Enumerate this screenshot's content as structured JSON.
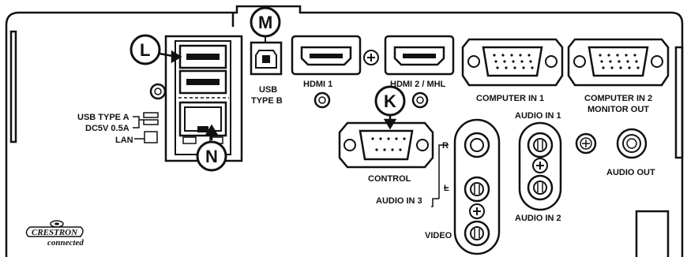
{
  "callouts": {
    "L": "L",
    "M": "M",
    "N": "N",
    "K": "K"
  },
  "labels": {
    "usb_type_a": "USB TYPE A",
    "dc5v": "DC5V 0.5A",
    "lan": "LAN",
    "usb": "USB",
    "type_b": "TYPE B",
    "hdmi1": "HDMI 1",
    "hdmi2": "HDMI 2 / MHL",
    "computer_in_1": "COMPUTER IN 1",
    "computer_in_2": "COMPUTER IN 2",
    "monitor_out": "MONITOR OUT",
    "control": "CONTROL",
    "audio_in_1": "AUDIO IN 1",
    "audio_in_2": "AUDIO IN 2",
    "audio_in_3": "AUDIO IN 3",
    "audio_out": "AUDIO OUT",
    "r": "R",
    "l": "L",
    "video": "VIDEO"
  },
  "logo": {
    "crestron": "CRESTRON",
    "connected": "connected"
  }
}
